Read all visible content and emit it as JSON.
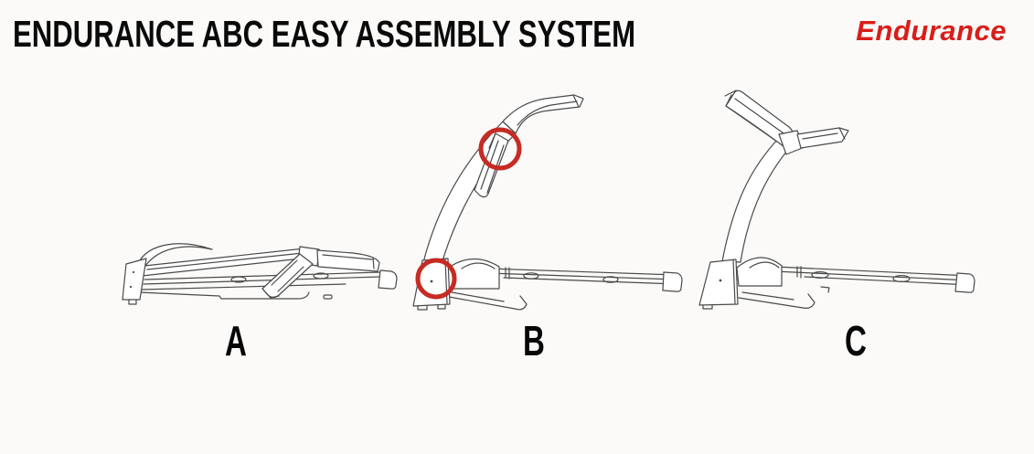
{
  "header": {
    "title": "ENDURANCE ABC EASY ASSEMBLY SYSTEM",
    "brand": "Endurance"
  },
  "steps": [
    {
      "label": "A",
      "drawing": "treadmill-folded-flat"
    },
    {
      "label": "B",
      "drawing": "treadmill-post-raised-console-folded",
      "highlight_circles": 2
    },
    {
      "label": "C",
      "drawing": "treadmill-fully-assembled"
    }
  ],
  "colors": {
    "background": "#fbfaf8",
    "title_text": "#0a0a0a",
    "brand_red": "#d81e1a",
    "highlight_circle": "#c62b24",
    "drawing_line": "#4a4a4a"
  }
}
